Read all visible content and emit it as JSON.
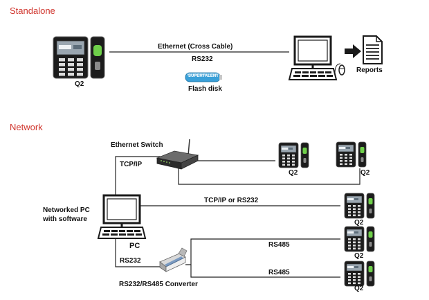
{
  "sections": {
    "standalone": "Standalone",
    "network": "Network"
  },
  "standalone": {
    "device_label": "Q2",
    "link_top": "Ethernet  (Cross Cable)",
    "link_bottom": "RS232",
    "flash_disk_label": "Flash disk",
    "flash_brand": "SUPERTALENT",
    "reports_label": "Reports"
  },
  "network": {
    "switch_label": "Ethernet Switch",
    "tcpip_label": "TCP/IP",
    "pc_description": "Networked PC\nwith software",
    "pc_label": "PC",
    "tcpip_rs232_label": "TCP/IP or RS232",
    "rs232_label": "RS232",
    "rs485_label_1": "RS485",
    "rs485_label_2": "RS485",
    "converter_label": "RS232/RS485 Converter",
    "device_labels": [
      "Q2",
      "Q2",
      "Q2",
      "Q2",
      "Q2"
    ]
  },
  "colors": {
    "section_title": "#d0342c",
    "line": "#222222",
    "device_body": "#1c1c1c",
    "screen": "#9aa6b0",
    "flash_disk": "#3aa0d8"
  },
  "icons": [
    "device-terminal-icon",
    "monitor-icon",
    "mouse-icon",
    "reports-document-icon",
    "arrow-right-icon",
    "flash-disk-icon",
    "network-switch-icon",
    "converter-icon"
  ]
}
